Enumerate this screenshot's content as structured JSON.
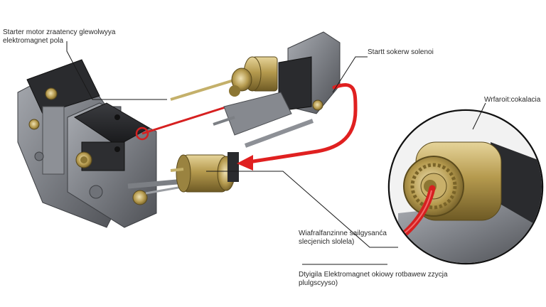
{
  "labels": {
    "top_left_line1": "Starter motor zraatency glewolwyya",
    "top_left_line2": "elektromagnet pola",
    "top_right": "Startt sokerw solenoi",
    "right": "Wrfaroit:cokalacia",
    "bottom_mid_line1": "Wiafralfanzinne sailgysanća",
    "bottom_mid_line2": "slecjenich slolela)",
    "bottom_low_line1": "Dtyigila Elektromagnet okiowy rotbawew zzycja",
    "bottom_low_line2": "plulgscyyso)"
  },
  "colors": {
    "arrow": "#e02020",
    "brass": "#b59a4e",
    "housing": "#6d6f74",
    "dark": "#2b2b2d",
    "leader": "#1a1a1a"
  }
}
